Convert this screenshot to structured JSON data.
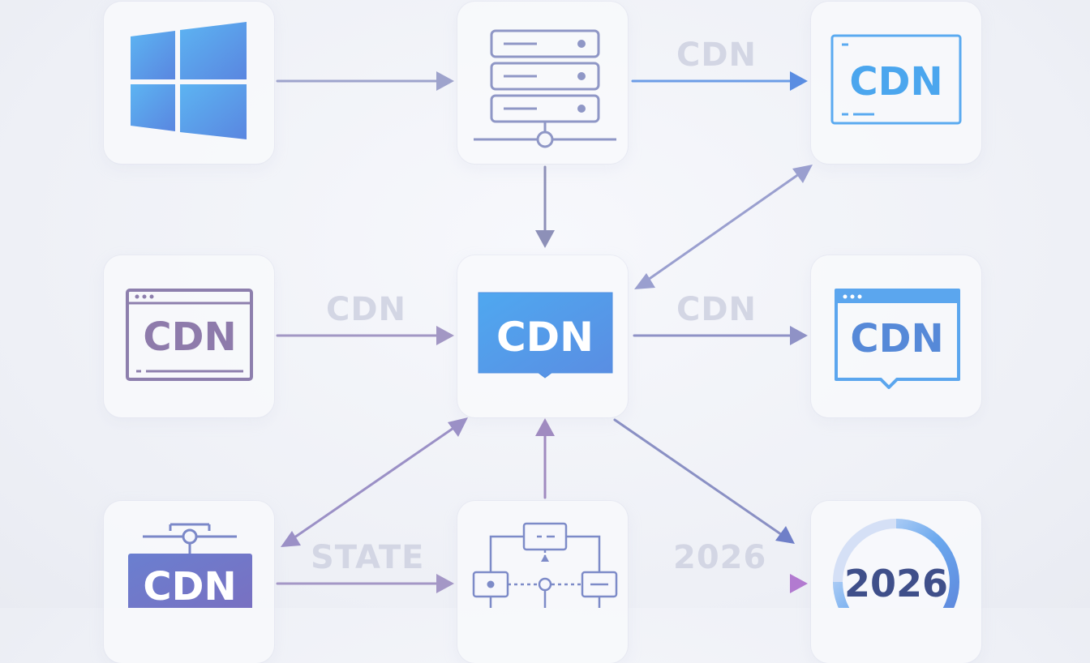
{
  "nodes": {
    "windows": {
      "icon": "windows-logo-icon"
    },
    "server": {
      "icon": "server-rack-icon"
    },
    "cdn_top_right": {
      "icon": "browser-window-icon",
      "text": "CDN"
    },
    "cdn_left": {
      "icon": "browser-window-icon",
      "text": "CDN"
    },
    "cdn_center": {
      "icon": "cdn-badge-icon",
      "text": "CDN"
    },
    "cdn_right": {
      "icon": "browser-window-icon",
      "text": "CDN"
    },
    "cdn_bottom_left": {
      "icon": "network-cdn-icon",
      "text": "CDN"
    },
    "flow_bottom": {
      "icon": "flow-diagram-icon"
    },
    "year_ring": {
      "icon": "progress-ring-icon",
      "text": "2026"
    }
  },
  "edge_labels": {
    "top": "CDN",
    "middle_left": "CDN",
    "middle_right": "CDN",
    "bottom_left": "STATE",
    "bottom_right": "2026"
  },
  "colors": {
    "blue": "#4a90e2",
    "light_blue": "#5aaef0",
    "purple": "#8e7bb0",
    "slate": "#7c86b8",
    "arrow_gray": "#9a9fc8"
  }
}
